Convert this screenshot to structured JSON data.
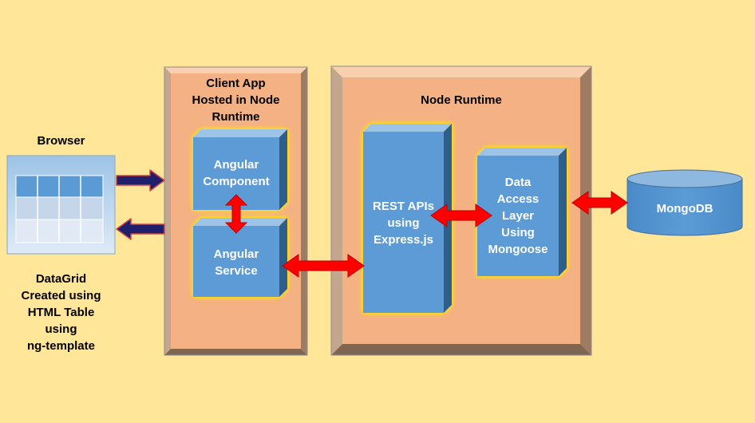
{
  "browser": {
    "title": "Browser",
    "caption_lines": [
      "DataGrid",
      "Created using",
      "HTML Table",
      "using",
      "ng-template"
    ]
  },
  "client_app": {
    "title_lines": [
      "Client App",
      "Hosted in Node",
      "Runtime"
    ],
    "angular_component_lines": [
      "Angular",
      "Component"
    ],
    "angular_service_lines": [
      "Angular",
      "Service"
    ]
  },
  "node_runtime": {
    "title": "Node Runtime",
    "rest_api_lines": [
      "REST APIs",
      "using",
      "Express.js"
    ],
    "data_access_lines": [
      "Data",
      "Access",
      "Layer",
      "Using",
      "Mongoose"
    ]
  },
  "database": {
    "label": "MongoDB"
  },
  "colors": {
    "background": "#FFE699",
    "container_fill": "#F4B183",
    "component_fill": "#5B9BD5",
    "glow": "#FFE600",
    "red_arrow": "#FF0000",
    "navy_arrow": "#1F1F6B"
  }
}
